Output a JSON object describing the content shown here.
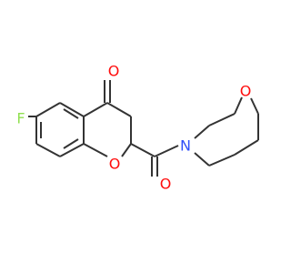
{
  "colors": {
    "bond": "#333333",
    "F": "#90e050",
    "O": "#ff0d0d",
    "N": "#3050f8",
    "background": "#ffffff"
  },
  "atoms": {
    "fluorine": "F",
    "ketone_oxygen": "O",
    "ring_oxygen": "O",
    "amide_oxygen": "O",
    "morpholine_oxygen": "O",
    "morpholine_nitrogen": "N"
  }
}
